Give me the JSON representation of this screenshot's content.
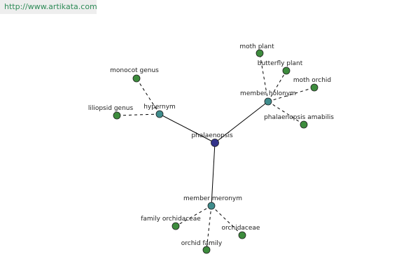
{
  "source": {
    "url_text": "http://www.artikata.com"
  },
  "colors": {
    "root": "#33338a",
    "relation": "#3f8c8c",
    "leaf": "#3d8c3d",
    "link": "#2e8b57"
  },
  "graph": {
    "nodes": [
      {
        "id": "phalaenopsis",
        "label": "phalaenopsis",
        "kind": "root"
      },
      {
        "id": "hypernym",
        "label": "hypernym",
        "kind": "relation"
      },
      {
        "id": "member-holonym",
        "label": "member holonym",
        "kind": "relation"
      },
      {
        "id": "member-meronym",
        "label": "member meronym",
        "kind": "relation"
      },
      {
        "id": "monocot-genus",
        "label": "monocot genus",
        "kind": "leaf"
      },
      {
        "id": "liliopsid-genus",
        "label": "liliopsid genus",
        "kind": "leaf"
      },
      {
        "id": "moth-plant",
        "label": "moth plant",
        "kind": "leaf"
      },
      {
        "id": "butterfly-plant",
        "label": "butterfly plant",
        "kind": "leaf"
      },
      {
        "id": "moth-orchid",
        "label": "moth orchid",
        "kind": "leaf"
      },
      {
        "id": "phalaenopsis-amabilis",
        "label": "phalaenopsis amabilis",
        "kind": "leaf"
      },
      {
        "id": "family-orchidaceae",
        "label": "family orchidaceae",
        "kind": "leaf"
      },
      {
        "id": "orchidaceae",
        "label": "orchidaceae",
        "kind": "leaf"
      },
      {
        "id": "orchid-family",
        "label": "orchid family",
        "kind": "leaf"
      }
    ],
    "edges": [
      {
        "from": "phalaenopsis",
        "to": "hypernym",
        "style": "solid"
      },
      {
        "from": "phalaenopsis",
        "to": "member-holonym",
        "style": "solid"
      },
      {
        "from": "phalaenopsis",
        "to": "member-meronym",
        "style": "solid"
      },
      {
        "from": "hypernym",
        "to": "monocot-genus",
        "style": "dashed"
      },
      {
        "from": "hypernym",
        "to": "liliopsid-genus",
        "style": "dashed"
      },
      {
        "from": "member-holonym",
        "to": "moth-plant",
        "style": "dashed"
      },
      {
        "from": "member-holonym",
        "to": "butterfly-plant",
        "style": "dashed"
      },
      {
        "from": "member-holonym",
        "to": "moth-orchid",
        "style": "dashed"
      },
      {
        "from": "member-holonym",
        "to": "phalaenopsis-amabilis",
        "style": "dashed"
      },
      {
        "from": "member-meronym",
        "to": "family-orchidaceae",
        "style": "dashed"
      },
      {
        "from": "member-meronym",
        "to": "orchidaceae",
        "style": "dashed"
      },
      {
        "from": "member-meronym",
        "to": "orchid-family",
        "style": "dashed"
      }
    ]
  }
}
